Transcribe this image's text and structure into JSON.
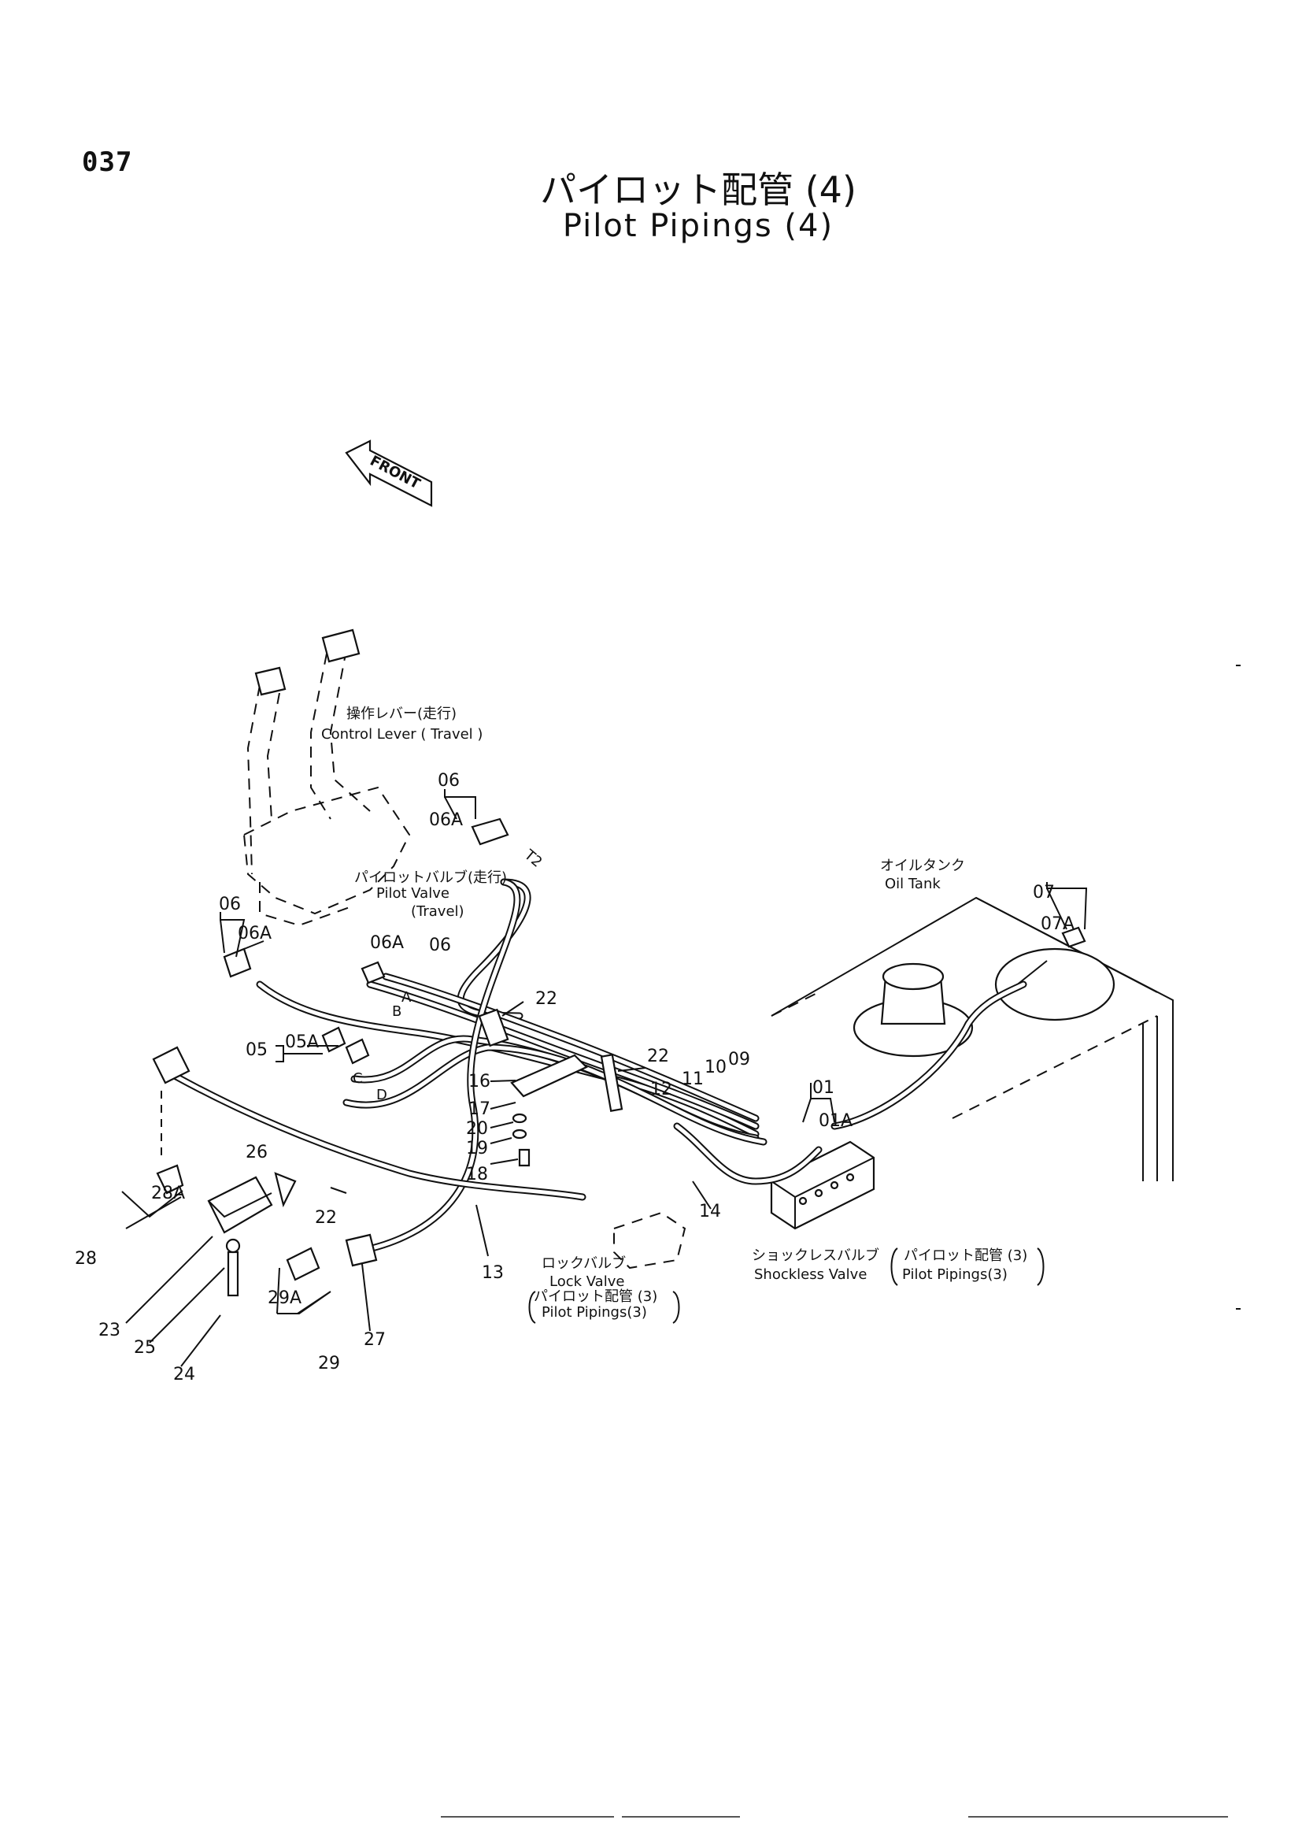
{
  "page": {
    "number": "037"
  },
  "title": {
    "japanese": "パイロット配管 (4)",
    "english": "Pilot Pipings (4)"
  },
  "front_marker": "FRONT",
  "callouts": {
    "control_lever_jp": "操作レバー(走行)",
    "control_lever_en": "Control Lever ( Travel )",
    "pilot_valve_jp": "パイロットバルブ(走行)",
    "pilot_valve_en": "Pilot Valve",
    "pilot_valve_en2": "(Travel)",
    "oil_tank_jp": "オイルタンク",
    "oil_tank_en": "Oil Tank",
    "lock_valve_jp": "ロックバルブ",
    "lock_valve_en": "Lock Valve",
    "lock_ref_jp": "パイロット配管 (3)",
    "lock_ref_en": "Pilot Pipings(3)",
    "shockless_jp": "ショックレスバルブ",
    "shockless_en": "Shockless Valve",
    "shockless_ref_jp": "パイロット配管 (3)",
    "shockless_ref_en": "Pilot Pipings(3)"
  },
  "part_labels": {
    "p06_top": "06",
    "p06A_top": "06A",
    "p06_left": "06",
    "p06A_left": "06A",
    "p06A_mid": "06A",
    "p06_mid": "06",
    "p07": "07",
    "p07A": "07A",
    "pT2": "T2",
    "p22_top": "22",
    "p22_mid": "22",
    "p22_bot": "22",
    "p16": "16",
    "p17": "17",
    "p20": "20",
    "p19": "19",
    "p18": "18",
    "p12": "12",
    "p11": "11",
    "p10": "10",
    "p09": "09",
    "p01": "01",
    "p01A": "01A",
    "p05": "05",
    "p05A": "05A",
    "p14": "14",
    "p13": "13",
    "p26": "26",
    "p28": "28",
    "p28A": "28A",
    "p23": "23",
    "p25": "25",
    "p24": "24",
    "p29A": "29A",
    "p29": "29",
    "p27": "27",
    "pA": "A",
    "pB": "B",
    "pC": "C",
    "pD": "D"
  }
}
